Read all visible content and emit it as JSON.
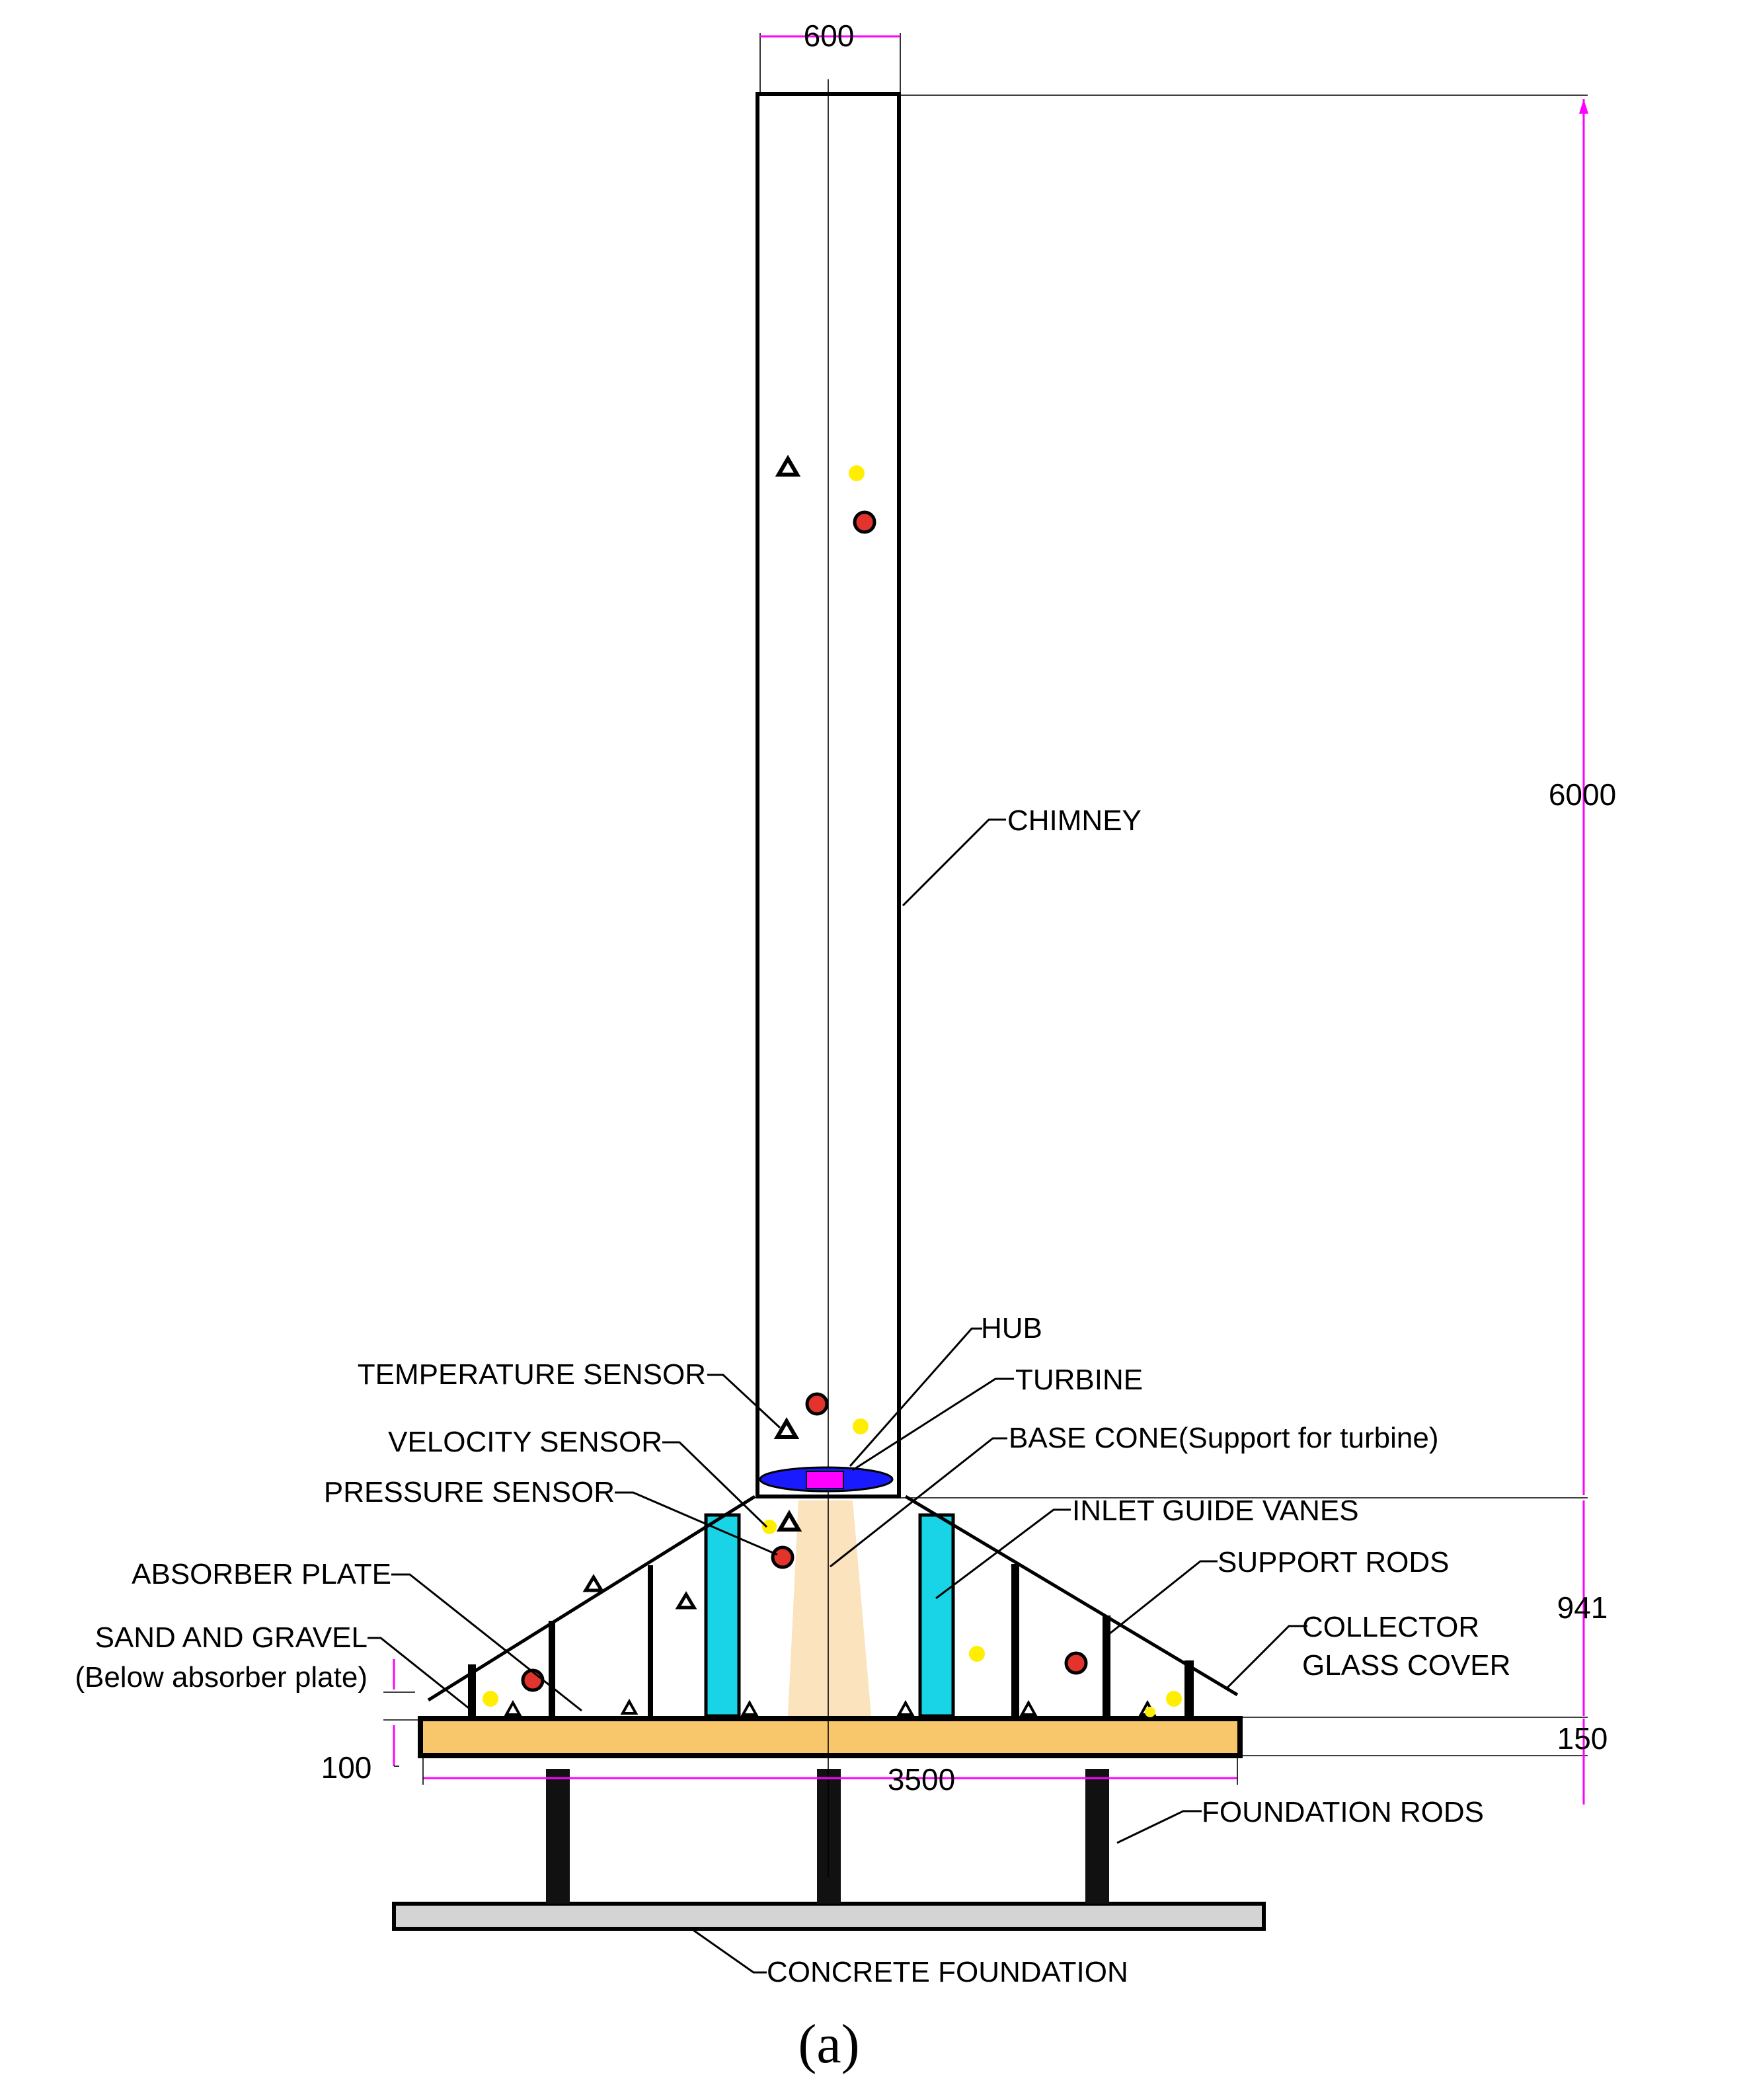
{
  "dimensions": {
    "chimney_diameter": "600",
    "chimney_height": "6000",
    "collector_height": "941",
    "plate_thickness": "150",
    "sand_depth": "100",
    "collector_diameter": "3500"
  },
  "labels": {
    "chimney": "CHIMNEY",
    "hub": "HUB",
    "turbine": "TURBINE",
    "temperature_sensor": "TEMPERATURE SENSOR",
    "velocity_sensor": "VELOCITY SENSOR",
    "base_cone": "BASE CONE(Support for turbine)",
    "pressure_sensor": "PRESSURE SENSOR",
    "inlet_guide_vanes": "INLET GUIDE VANES",
    "support_rods": "SUPPORT RODS",
    "absorber_plate": "ABSORBER PLATE",
    "sand_and_gravel": "SAND AND GRAVEL",
    "sand_note": "(Below absorber plate)",
    "collector_glass_cover_1": "COLLECTOR",
    "collector_glass_cover_2": "GLASS COVER",
    "foundation_rods": "FOUNDATION RODS",
    "concrete_foundation": "CONCRETE FOUNDATION"
  },
  "caption": "(a)",
  "colors": {
    "dimension": "#ff00ff",
    "absorber_plate": "#f8c66b",
    "inlet_guide_vanes": "#19d3e6",
    "base_cone": "#fbe3bd",
    "turbine": "#1a1aff",
    "hub": "#ff00ff",
    "velocity_sensor": "#ffee00",
    "pressure_sensor": "#e2342d",
    "concrete": "#d4d4d4"
  }
}
